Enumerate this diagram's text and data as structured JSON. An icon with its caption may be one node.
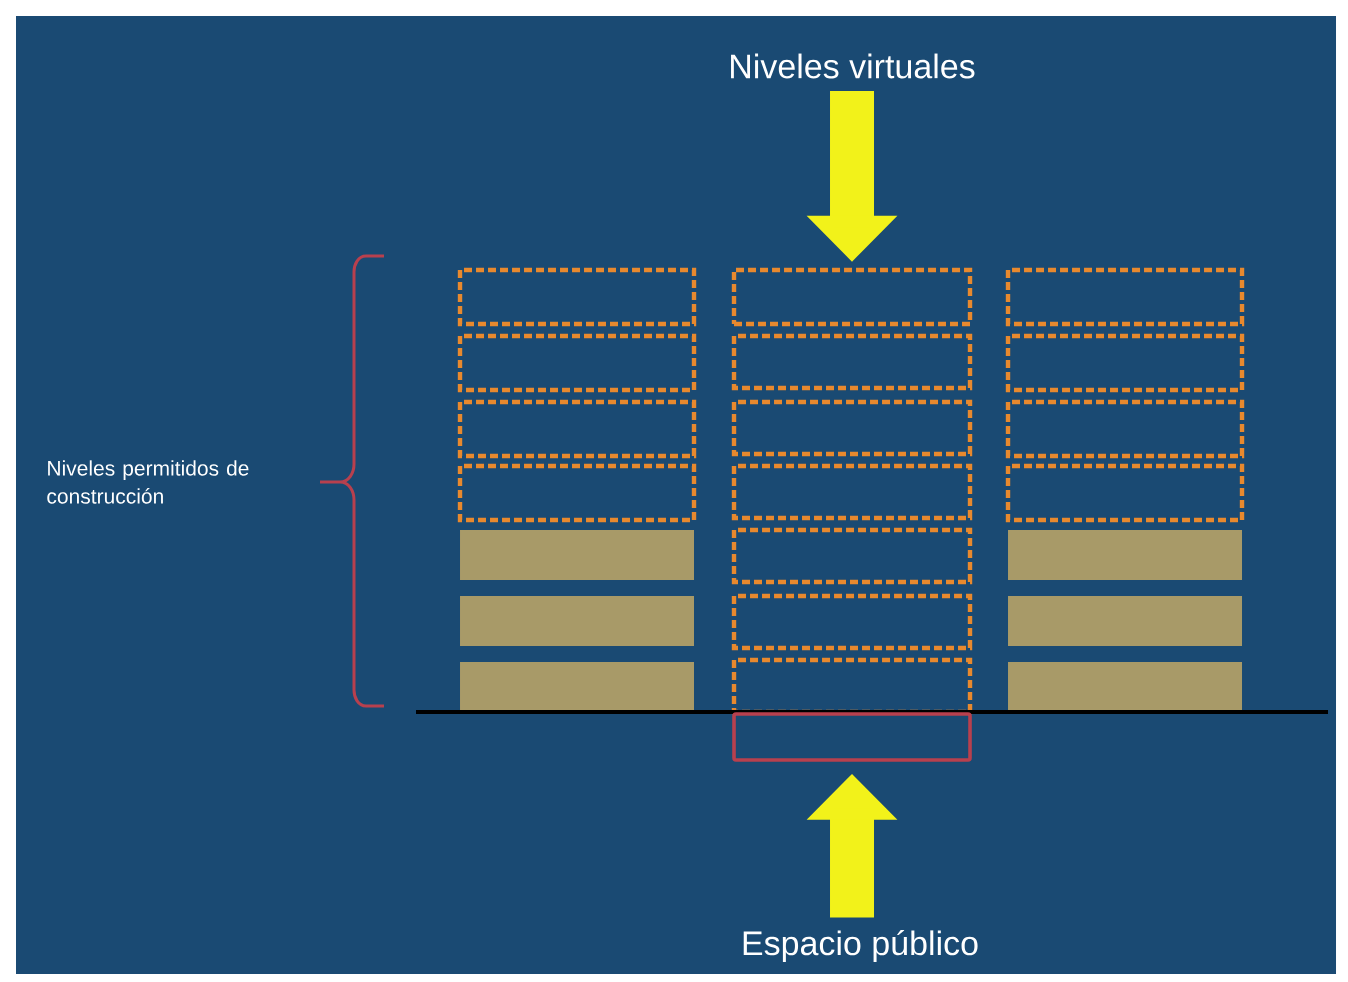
{
  "diagram": {
    "nodes": [
      {
        "text": [
          "Niveles virtuales"
        ]
      },
      {
        "text": [
          "Espacio público"
        ]
      },
      {
        "text": [],
        "shape": "box"
      },
      {
        "text": [],
        "shape": "box"
      }
    ],
    "edges": [
      {
        "from": 0,
        "to": 2,
        "arrow": "to"
      },
      {
        "from": 1,
        "to": 3,
        "arrow": "to"
      }
    ],
    "labels": [
      "Niveles permitidos de construcción"
    ]
  }
}
